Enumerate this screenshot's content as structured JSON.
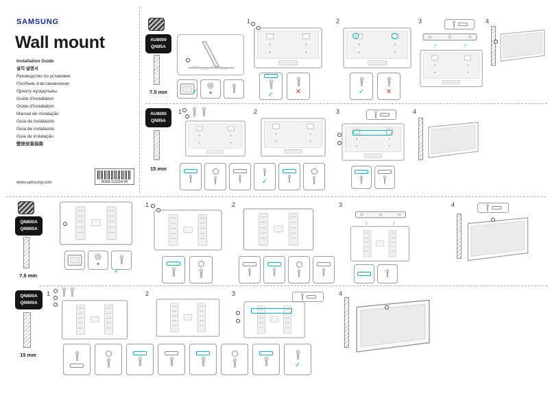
{
  "colors": {
    "brand_blue": "#1428a0",
    "accent_cyan": "#00b4c9",
    "alert_red": "#e8380d",
    "badge_black": "#151515"
  },
  "icons": {
    "check": "✓",
    "cross": "✕",
    "arrow_up": "↑",
    "plus": "+"
  },
  "cover": {
    "brand": "SAMSUNG",
    "title": "Wall mount",
    "languages": [
      "Installation Guide",
      "설치 설명서",
      "Руководство по установке",
      "Посібник зі встановлення",
      "Орнату нұсқаулығы",
      "Guide d'installation",
      "Guide d'installation",
      "Manual de instalação",
      "Guía de instalación",
      "Guía de instalación",
      "Guia de instalação",
      "壁挂安装指南"
    ],
    "website": "www.samsung.com",
    "part_number": "BN68-11322A-00"
  },
  "sections": [
    {
      "models": [
        "AU8000",
        "QN95A"
      ],
      "screw_depth": "7.5 mm",
      "steps": [
        "1",
        "2",
        "3",
        "4"
      ]
    },
    {
      "models": [
        "AU8000",
        "QN95A"
      ],
      "screw_depth": "15 mm",
      "steps": [
        "1",
        "2",
        "3",
        "4"
      ]
    },
    {
      "models": [
        "QN800A",
        "QN900A"
      ],
      "screw_depth": "7.5 mm",
      "steps": [
        "1",
        "2",
        "3",
        "4"
      ]
    },
    {
      "models": [
        "QN800A",
        "QN900A"
      ],
      "screw_depth": "15 mm",
      "steps": [
        "1",
        "2",
        "3",
        "4"
      ]
    }
  ]
}
